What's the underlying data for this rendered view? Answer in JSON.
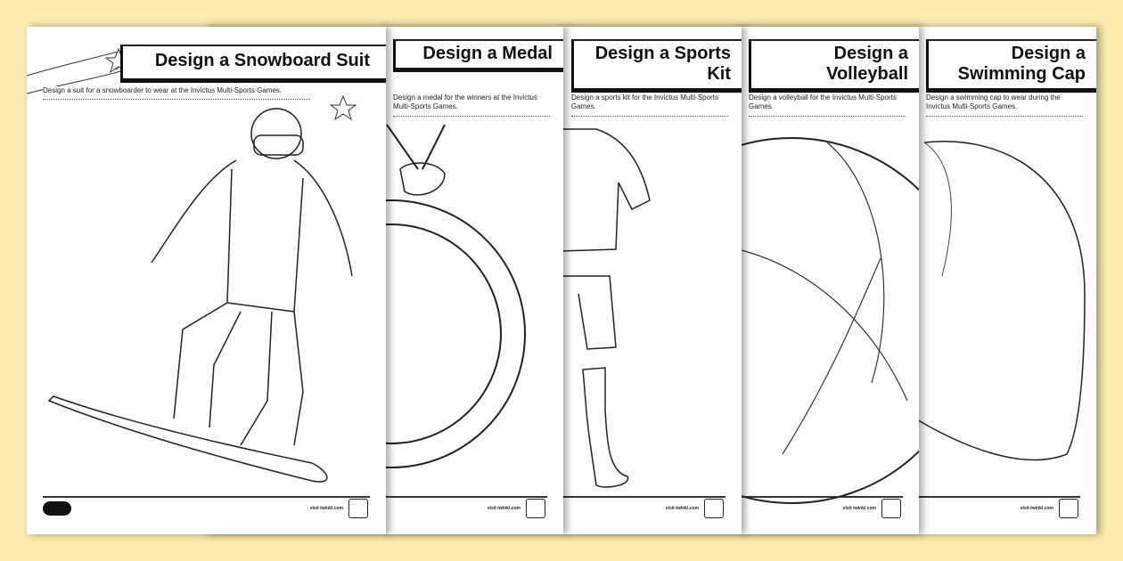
{
  "background_color": "#fce9ad",
  "pages": [
    {
      "title": "Design a Snowboard Suit",
      "subtitle": "Design a suit for a snowboarder to wear at the Invictus Multi-Sports Games.",
      "footer": "visit twinkl.com",
      "logo": "twinkl",
      "illustration": "snowboarder"
    },
    {
      "title": "Design a Medal",
      "subtitle": "Design a medal for the winners at the Invictus Multi-Sports Games.",
      "footer": "visit twinkl.com",
      "illustration": "medal"
    },
    {
      "title": "Design a Sports Kit",
      "subtitle": "Design a sports kit for the Invictus Multi-Sports Games.",
      "footer": "visit twinkl.com",
      "illustration": "sports-kit"
    },
    {
      "title": "Design a Volleyball",
      "subtitle": "Design a volleyball for the Invictus Multi-Sports Games.",
      "footer": "visit twinkl.com",
      "illustration": "volleyball"
    },
    {
      "title": "Design a Swimming Cap",
      "subtitle": "Design a swimming cap to wear during the Invictus Multi-Sports Games.",
      "footer": "visit twinkl.com",
      "illustration": "swimming-cap"
    }
  ]
}
